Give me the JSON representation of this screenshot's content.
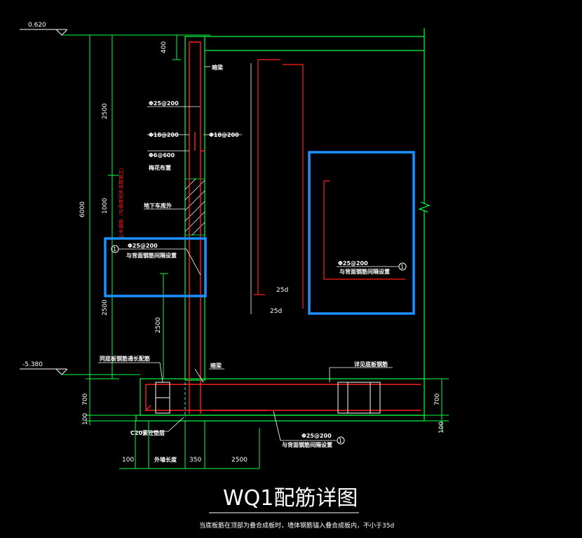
{
  "drawing": {
    "title": "WQ1配筋详图",
    "note": "当底板筋在顶部为叠合成板时，墙体钢筋锚入叠合成板内，不小于35d",
    "colors": {
      "background": "#000000",
      "wall_outline": "#00ff40",
      "rebar": "#ff2020",
      "dimension": "#00ff40",
      "text": "#ffffff",
      "highlight": "#1e90ff"
    }
  },
  "elevations": {
    "top": "0.620",
    "bottom": "-5.380"
  },
  "dimensions": {
    "top_400": "400",
    "v_2500_top": "2500",
    "v_6000": "6000",
    "v_1000": "1000",
    "v_2500_bottom": "2500",
    "v_2500_inner": "2500",
    "v_700_left": "700",
    "v_100_left": "100",
    "v_700_right": "700",
    "v_100_right": "100",
    "h_100": "100",
    "h_outer": "外墙长度",
    "h_350": "350",
    "h_2500": "2500",
    "anchor_25d_a": "25d",
    "anchor_25d_b": "25d"
  },
  "labels": {
    "waterstop_top": "暗梁",
    "rebar_25_200": "Φ25@200",
    "rebar_18_200_l": "Φ18@200",
    "rebar_18_200_r": "Φ18@200",
    "tie_6_600": "Φ6@600",
    "tie_layout": "梅花布置",
    "basement_level": "地下车库外",
    "red_vertical": "止水钢板（与墙体同步浇筑施工）",
    "callout_1_rebar": "Φ25@200",
    "callout_1_desc": "与背面钢筋间隔设置",
    "callout_2_rebar": "Φ25@200",
    "callout_2_desc": "与背面钢筋间隔设置",
    "callout_3_rebar": "Φ25@200",
    "callout_3_desc": "与背面钢筋间隔设置",
    "bottom_left_desc": "同底板钢筋通长配筋",
    "waterstop_bottom": "暗梁",
    "right_bottom_desc": "详见底板钢筋",
    "c20": "C20素砼垫层",
    "callout_num": "1"
  }
}
